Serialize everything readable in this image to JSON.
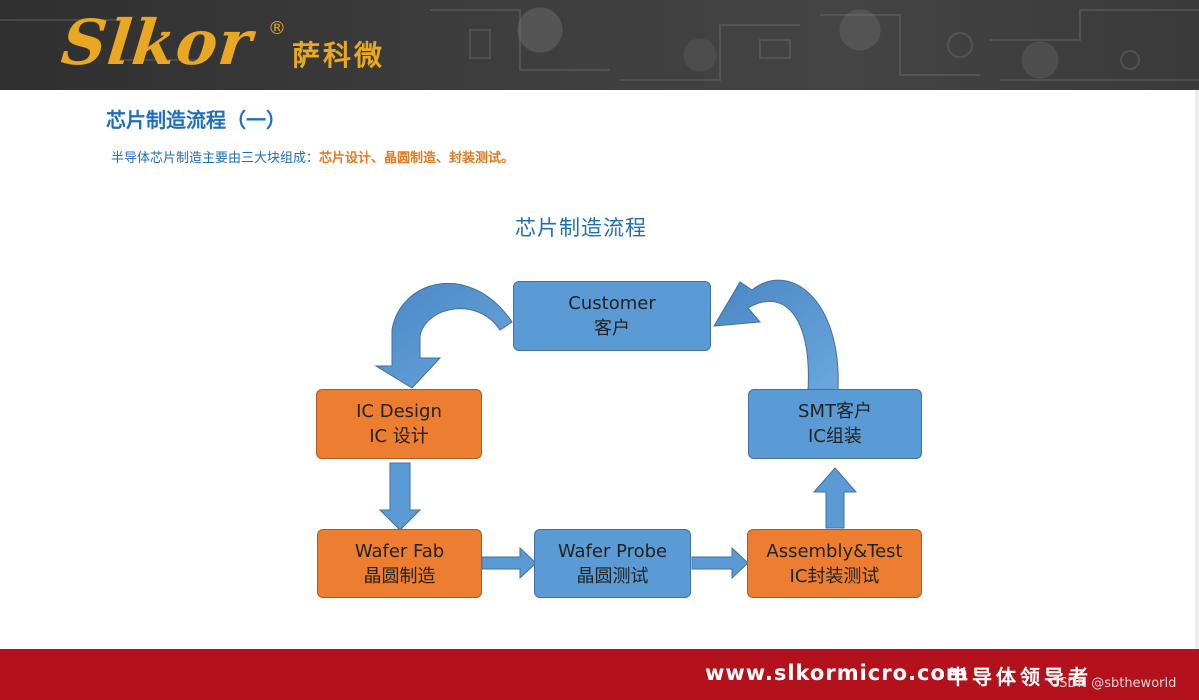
{
  "header": {
    "logo_text": "Slkor",
    "logo_registered": "®",
    "logo_cn": "萨科微"
  },
  "page": {
    "title": "芯片制造流程（一）",
    "subtitle_prefix": "半导体芯片制造主要由三大块组成：",
    "subtitle_highlight": "芯片设计、晶圆制造、封装测试。"
  },
  "diagram": {
    "title": "芯片制造流程",
    "nodes": {
      "customer": {
        "line1": "Customer",
        "line2": "客户"
      },
      "ic_design": {
        "line1": "IC Design",
        "line2": "IC 设计"
      },
      "wafer_fab": {
        "line1": "Wafer Fab",
        "line2": "晶圆制造"
      },
      "wafer_probe": {
        "line1": "Wafer Probe",
        "line2": "晶圆测试"
      },
      "assembly_test": {
        "line1": "Assembly&Test",
        "line2": "IC封装测试"
      },
      "smt_customer": {
        "line1": "SMT客户",
        "line2": "IC组装"
      }
    },
    "colors": {
      "blue": "#5b9bd5",
      "orange": "#ed7d31",
      "arrow": "#5b9bd5"
    }
  },
  "footer": {
    "url": "www.slkormicro.com",
    "slogan": "半导体领导者",
    "watermark": "CSDN @sbtheworld"
  }
}
